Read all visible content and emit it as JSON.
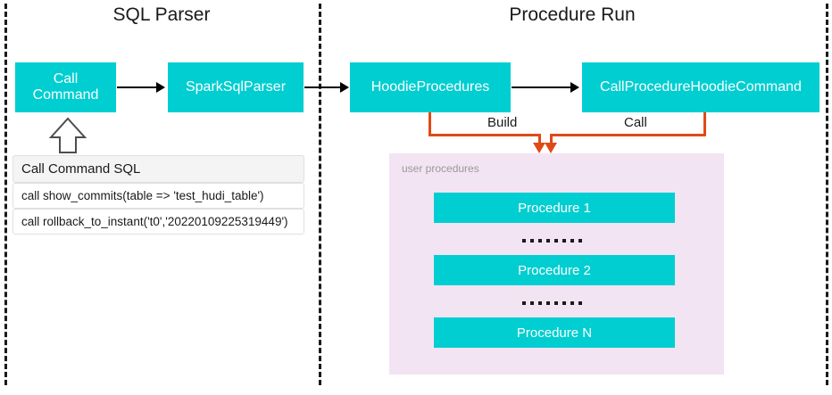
{
  "sections": [
    {
      "title": "SQL Parser"
    },
    {
      "title": "Procedure Run"
    }
  ],
  "nodes": {
    "call_command": "Call\nCommand",
    "call_command_line1": "Call",
    "call_command_line2": "Command",
    "spark_sql_parser": "SparkSqlParser",
    "hoodie_procedures": "HoodieProcedures",
    "call_procedure_hoodie_command": "CallProcedureHoodieCommand"
  },
  "sql_table": {
    "header": "Call Command SQL",
    "rows": [
      "call show_commits(table => 'test_hudi_table')",
      "call rollback_to_instant('t0','20220109225319449')"
    ]
  },
  "connectors": {
    "build_label": "Build",
    "call_label": "Call"
  },
  "user_procedures": {
    "title": "user procedures",
    "items": [
      "Procedure 1",
      "Procedure 2",
      "Procedure N"
    ],
    "ellipsis_dot_count": 8
  },
  "colors": {
    "node_teal": "#00CED1",
    "connector_orange": "#E04A16",
    "panel_purple": "#F2E4F3",
    "divider_black": "#1A1A1A",
    "panel_title_gray": "#9A9A9A"
  }
}
